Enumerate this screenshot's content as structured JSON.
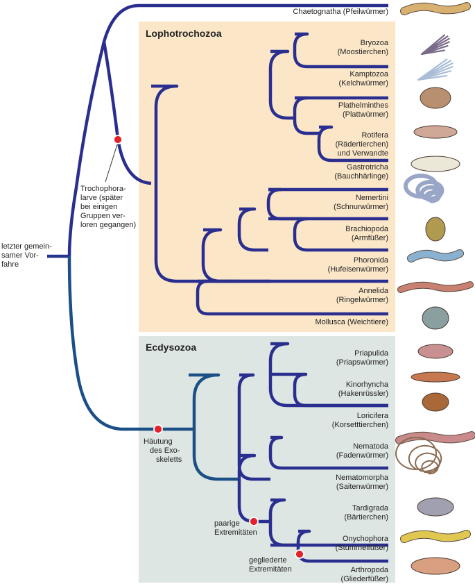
{
  "colors": {
    "branch_top": "#2a2e8f",
    "branch_bottom": "#1b4f86",
    "lopho_panel": "#fbe6c8",
    "ecdy_panel": "#dde6e2",
    "marker": "#e2232a"
  },
  "groups": {
    "lophotrochozoa": "Lophotrochozoa",
    "ecdysozoa": "Ecdysozoa"
  },
  "root_label": [
    "letzter gemein-",
    "samer Vor-",
    "fahre"
  ],
  "characters": {
    "trochophora": [
      "Trochophora-",
      "larve (später",
      "bei einigen",
      "Gruppen ver-",
      "loren gegangen)"
    ],
    "haeutung": [
      "Häutung",
      "des Exo-",
      "skeletts"
    ],
    "paarige": [
      "paarige",
      "Extremitäten"
    ],
    "gegliederte": [
      "gegliederte",
      "Extremitäten"
    ]
  },
  "taxa": [
    {
      "lines": [
        "Chaetognatha (Pfeilwürmer)"
      ],
      "icon": "arrow-worm-icon"
    },
    {
      "lines": [
        "Bryozoa",
        "(Moostierchen)"
      ],
      "icon": "bryozoan-icon"
    },
    {
      "lines": [
        "Kamptozoa",
        "(Kelchwürmer)"
      ],
      "icon": "kamptozoan-icon"
    },
    {
      "lines": [
        "Plathelminthes",
        "(Plattwürmer)"
      ],
      "icon": "flatworm-icon"
    },
    {
      "lines": [
        "Rotifera",
        "(Rädertierchen)",
        "und Verwandte"
      ],
      "icon": "rotifer-icon"
    },
    {
      "lines": [
        "Gastrotricha",
        "(Bauchhärlinge)"
      ],
      "icon": "gastrotrich-icon"
    },
    {
      "lines": [
        "Nemertini",
        "(Schnurwürmer)"
      ],
      "icon": "ribbon-worm-icon"
    },
    {
      "lines": [
        "Brachiopoda",
        "(Armfüßer)"
      ],
      "icon": "brachiopod-icon"
    },
    {
      "lines": [
        "Phoronida",
        "(Hufeisenwürmer)"
      ],
      "icon": "phoronid-icon"
    },
    {
      "lines": [
        "Annelida",
        "(Ringelwürmer)"
      ],
      "icon": "earthworm-icon"
    },
    {
      "lines": [
        "Mollusca (Weichtiere)"
      ],
      "icon": "snail-icon"
    },
    {
      "lines": [
        "Priapulida",
        "(Priapswürmer)"
      ],
      "icon": "priapulid-icon"
    },
    {
      "lines": [
        "Kinorhyncha",
        "(Hakenrüssler)"
      ],
      "icon": "kinorhynch-icon"
    },
    {
      "lines": [
        "Loricifera",
        "(Korsetttierchen)"
      ],
      "icon": "loriciferan-icon"
    },
    {
      "lines": [
        "Nematoda",
        "(Fadenwürmer)"
      ],
      "icon": "nematode-icon"
    },
    {
      "lines": [
        "Nematomorpha",
        "(Saitenwürmer)"
      ],
      "icon": "horsehair-worm-icon"
    },
    {
      "lines": [
        "Tardigrada",
        "(Bärtierchen)"
      ],
      "icon": "tardigrade-icon"
    },
    {
      "lines": [
        "Onychophora",
        "(Stummelfüßer)"
      ],
      "icon": "velvet-worm-icon"
    },
    {
      "lines": [
        "Arthropoda",
        "(Gliederfüßer)"
      ],
      "icon": "cockroach-icon"
    }
  ]
}
